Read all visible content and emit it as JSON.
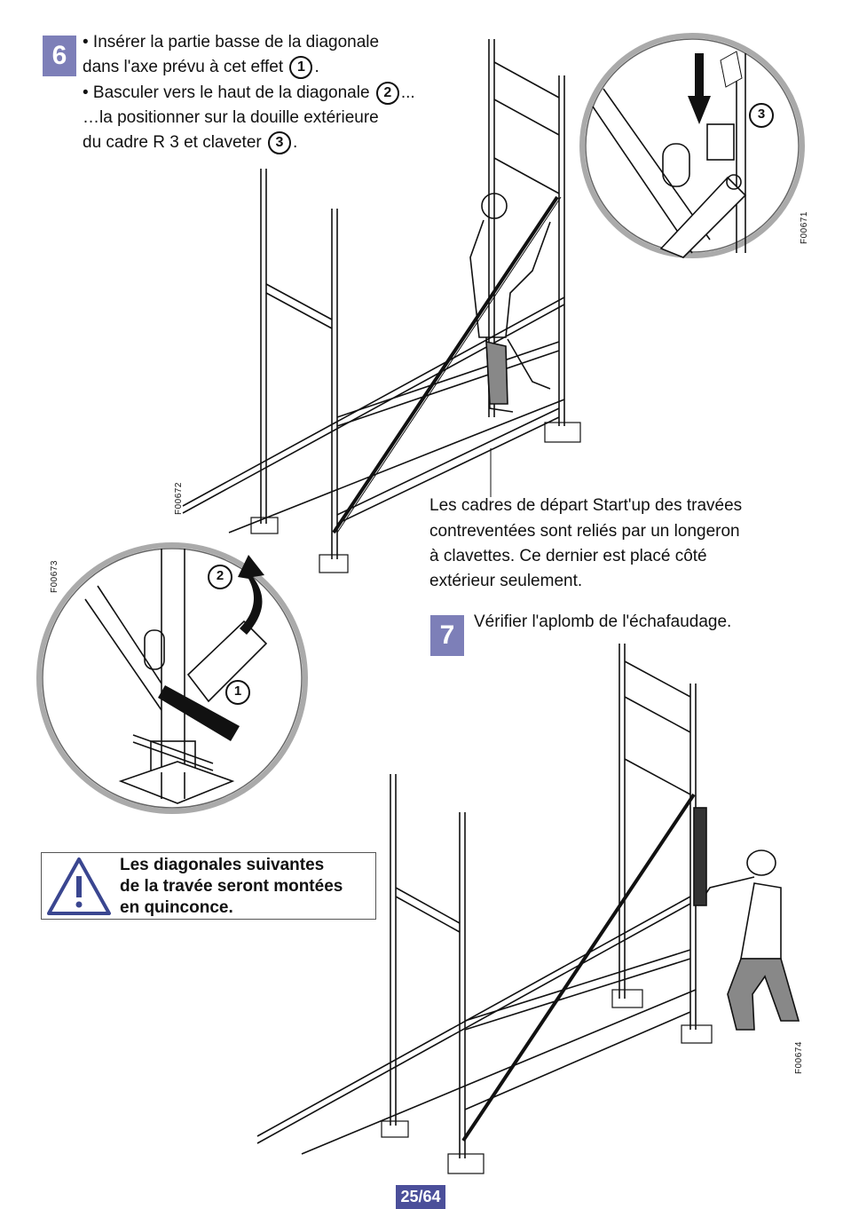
{
  "step6": {
    "number": "6",
    "line1": "• Insérer la partie basse de la diagonale",
    "line2_pre": "dans l'axe prévu à cet effet",
    "line2_post": ".",
    "line3_pre": "• Basculer vers le haut de la diagonale",
    "line3_post": "...",
    "line4": "…la positionner sur la douille extérieure",
    "line5_pre": "du cadre R 3 et claveter",
    "line5_post": ".",
    "callouts": [
      "1",
      "2",
      "3"
    ]
  },
  "note": {
    "line1": "Les cadres de départ Start'up des travées",
    "line2": "contreventées sont reliés par un longeron",
    "line3": "à clavettes. Ce dernier est placé côté",
    "line4": "extérieur seulement."
  },
  "step7": {
    "number": "7",
    "text": "Vérifier l'aplomb de l'échafaudage."
  },
  "warning": {
    "icon": "warning-triangle-icon",
    "line1": "Les diagonales suivantes",
    "line2": "de la travée seront montées",
    "line3": "en quinconce."
  },
  "figure_codes": {
    "detail_top": "F00671",
    "main_top": "F00672",
    "detail_bottom": "F00673",
    "main_bottom": "F00674"
  },
  "detail_labels": {
    "top": "3",
    "bottom_a": "2",
    "bottom_b": "1"
  },
  "page": "25/64",
  "colors": {
    "step_badge": "#7d7fb8",
    "page_badge": "#4b4f9a",
    "warning": "#3a4690"
  }
}
